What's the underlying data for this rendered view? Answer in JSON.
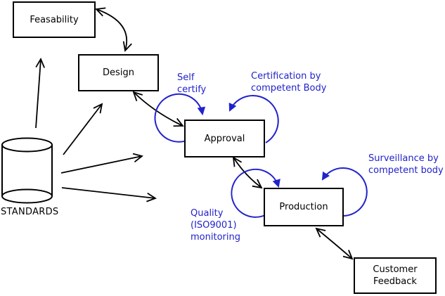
{
  "diagram": {
    "nodes": {
      "feasability": {
        "label": "Feasability"
      },
      "design": {
        "label": "Design"
      },
      "approval": {
        "label": "Approval"
      },
      "production": {
        "label": "Production"
      },
      "customer_feedback": {
        "label": "Customer\nFeedback"
      },
      "standards": {
        "label": "STANDARDS",
        "shape": "cylinder"
      }
    },
    "annotations": {
      "self_certify": {
        "text": "Self\ncertify"
      },
      "certification": {
        "text": "Certification by\ncompetent Body"
      },
      "surveillance": {
        "text": "Surveillance by\ncompetent body"
      },
      "quality": {
        "text": "Quality\n(ISO9001)\nmonitoring"
      }
    },
    "edges": [
      {
        "from": "standards",
        "to": "feasability",
        "bidirectional": false
      },
      {
        "from": "standards",
        "to": "design",
        "bidirectional": false
      },
      {
        "from": "standards",
        "to": "approval",
        "bidirectional": false
      },
      {
        "from": "standards",
        "to": "production",
        "bidirectional": false
      },
      {
        "from": "feasability",
        "to": "design",
        "bidirectional": true
      },
      {
        "from": "design",
        "to": "approval",
        "bidirectional": true
      },
      {
        "from": "approval",
        "to": "production",
        "bidirectional": true
      },
      {
        "from": "production",
        "to": "customer_feedback",
        "bidirectional": true
      },
      {
        "node": "approval",
        "loop": "self_certify"
      },
      {
        "node": "approval",
        "loop": "certification"
      },
      {
        "node": "production",
        "loop": "quality"
      },
      {
        "node": "production",
        "loop": "surveillance"
      }
    ],
    "colors": {
      "line": "#000000",
      "annotation_blue": "#2222cc",
      "background": "#ffffff"
    }
  }
}
